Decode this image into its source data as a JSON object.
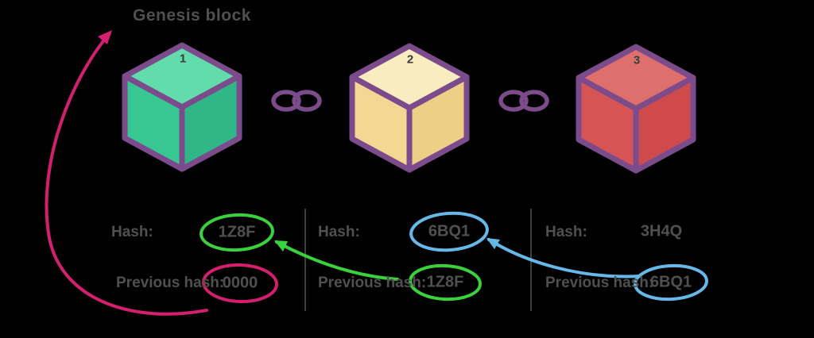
{
  "genesis_label": "Genesis block",
  "labels": {
    "hash": "Hash:",
    "previous_hash": "Previous hash:"
  },
  "blocks": [
    {
      "number": "1",
      "hash": "1Z8F",
      "previous_hash": "0000"
    },
    {
      "number": "2",
      "hash": "6BQ1",
      "previous_hash": "1Z8F"
    },
    {
      "number": "3",
      "hash": "3H4Q",
      "previous_hash": "6BQ1"
    }
  ],
  "colors": {
    "outline": "#7b4b8b",
    "pink": "#d41f6f",
    "green": "#3ad23c",
    "blue": "#66b8e8",
    "divider": "#3f3f3f",
    "block1": {
      "top": "#62dcab",
      "left": "#36c793",
      "right": "#2fb787"
    },
    "block2": {
      "top": "#f9ecc0",
      "left": "#f3d894",
      "right": "#edcf86"
    },
    "block3": {
      "top": "#de6f6d",
      "left": "#d65454",
      "right": "#cf4b4b"
    }
  }
}
